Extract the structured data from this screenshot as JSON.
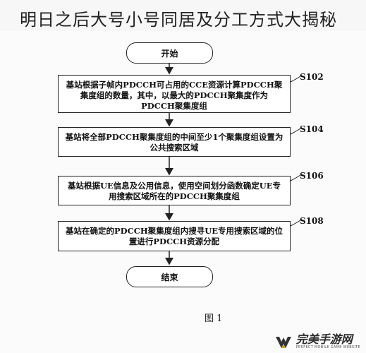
{
  "title": "明日之后大号小号同居及分工方式大揭秘",
  "flowchart": {
    "start": "开始",
    "end": "结束",
    "steps": [
      {
        "label": "S102",
        "text": "基站根据子帧内PDCCH可占用的CCE资源计算PDCCH聚集度组的数量，其中，以最大的PDCCH聚集度作为PDCCH聚集度组"
      },
      {
        "label": "S104",
        "text": "基站将全部PDCCH聚集度组的中间至少1个聚集度组设置为公共搜索区域"
      },
      {
        "label": "S106",
        "text": "基站根据UE信息及公用信息，使用空间划分函数确定UE专用搜索区域所在的PDCCH聚集度组"
      },
      {
        "label": "S108",
        "text": "基站在确定的PDCCH聚集度组内搜寻UE专用搜索区域的位置进行PDCCH资源分配"
      }
    ],
    "caption": "图 1"
  },
  "watermark": {
    "name": "完美手游网",
    "tagline": "PERFECT MOBILE GAME WEBSITE"
  }
}
